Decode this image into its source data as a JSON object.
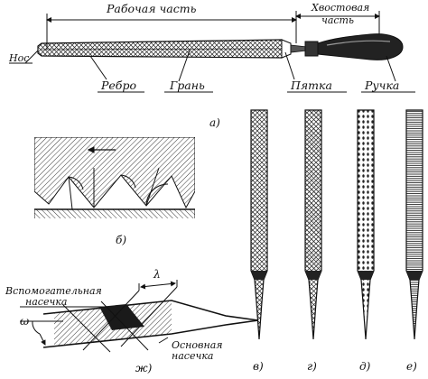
{
  "file_parts": {
    "working_part": "Рабочая часть",
    "tang_part_line1": "Хвостовая",
    "tang_part_line2": "часть",
    "nose": "Нос",
    "edge": "Ребро",
    "face": "Грань",
    "heel": "Пятка",
    "handle": "Ручка"
  },
  "auxiliary_cut_line1": "Вспомогательная",
  "auxiliary_cut_line2": "насечка",
  "main_cut_line1": "Основная",
  "main_cut_line2": "насечка",
  "symbol_omega": "ω",
  "symbol_lambda": "λ",
  "subfig_labels": {
    "a": "а)",
    "b": "б)",
    "v": "в)",
    "g": "г)",
    "d": "д)",
    "e": "е)",
    "zh": "ж)"
  },
  "colors": {
    "ink": "#111111",
    "paper": "#ffffff"
  }
}
